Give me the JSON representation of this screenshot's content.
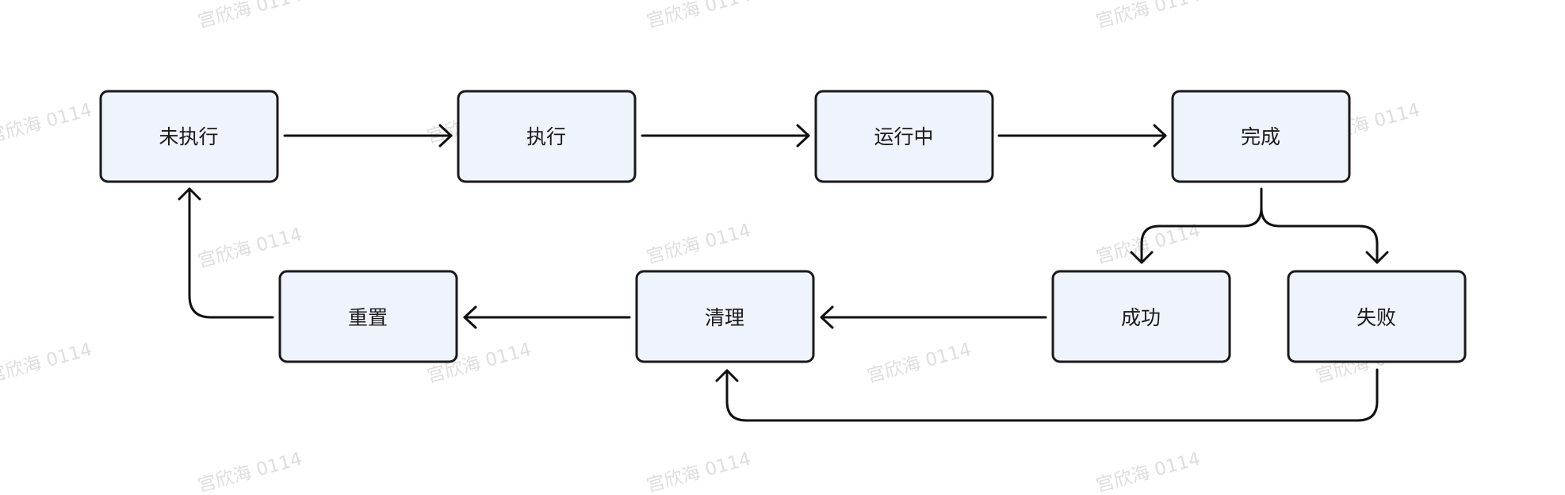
{
  "watermark": {
    "text": "宫欣海 0114"
  },
  "colors": {
    "node_fill": "#eef3fc",
    "node_stroke": "#1a1a1a",
    "edge": "#111111",
    "watermark": "#dedede"
  },
  "nodes": {
    "not_started": "未执行",
    "execute": "执行",
    "running": "运行中",
    "complete": "完成",
    "success": "成功",
    "failure": "失败",
    "cleanup": "清理",
    "reset": "重置"
  },
  "edges": [
    {
      "from": "未执行",
      "to": "执行"
    },
    {
      "from": "执行",
      "to": "运行中"
    },
    {
      "from": "运行中",
      "to": "完成"
    },
    {
      "from": "完成",
      "to": "成功"
    },
    {
      "from": "完成",
      "to": "失败"
    },
    {
      "from": "成功",
      "to": "清理"
    },
    {
      "from": "失败",
      "to": "清理"
    },
    {
      "from": "清理",
      "to": "重置"
    },
    {
      "from": "重置",
      "to": "未执行"
    }
  ]
}
